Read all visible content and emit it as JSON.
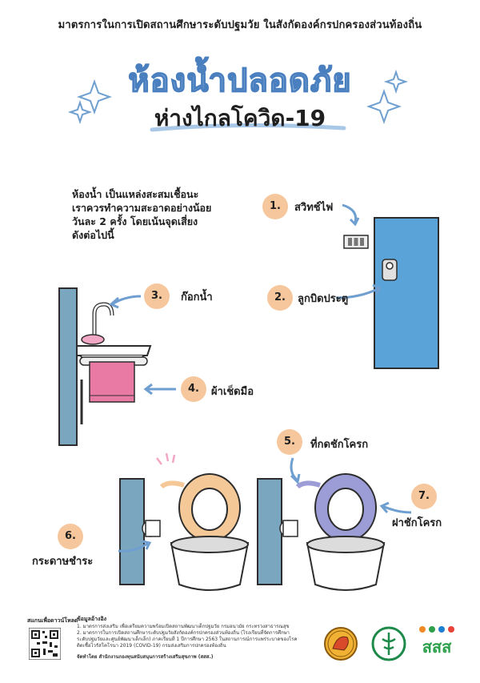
{
  "header": {
    "top_line": "มาตรการในการเปิดสถานศึกษาระดับปฐมวัย ในสังกัดองค์กรปกครองส่วนท้องถิ่น",
    "title": "ห้องน้ำปลอดภัย",
    "subtitle": "ห่างไกลโควิด-19"
  },
  "intro": {
    "lines": [
      "ห้องน้ำ เป็นแหล่งสะสมเชื้อนะ",
      "เราควรทำความสะอาดอย่างน้อย",
      "วันละ 2 ครั้ง โดยเน้นจุดเสี่ยง",
      "ดังต่อไปนี้"
    ]
  },
  "points": [
    {
      "num": "1.",
      "label": "สวิทช์ไฟ"
    },
    {
      "num": "2.",
      "label": "ลูกบิดประตู"
    },
    {
      "num": "3.",
      "label": "ก๊อกน้ำ"
    },
    {
      "num": "4.",
      "label": "ผ้าเช็ดมือ"
    },
    {
      "num": "5.",
      "label": "ที่กดชักโครก"
    },
    {
      "num": "6.",
      "label": "กระดาษชำระ"
    },
    {
      "num": "7.",
      "label": "ฝาชักโครก"
    }
  ],
  "footer": {
    "qr_label": "สแกนเพื่อดาวน์โหลด",
    "refs_title": "ข้อมูลอ้างอิง",
    "refs": [
      "1. มาตรการส่งเสริม เพื่อเตรียมความพร้อมเปิดสถานพัฒนาเด็กปฐมวัย กรมอนามัย กระทรวงสาธารณสุข",
      "2. มาตรการในการเปิดสถานศึกษาระดับปฐมวัยสังกัดองค์กรปกครองส่วนท้องถิ่น (โรงเรียนที่จัดการศึกษา",
      "ระดับปฐมวัยและศูนย์พัฒนาเด็กเล็ก) ภาคเรียนที่ 1 ปีการศึกษา 2563 ในสถานการณ์การแพร่ระบาดของโรค",
      "ติดเชื้อไวรัสโคโรนา 2019 (COVID-19) กรมส่งเสริมการปกครองท้องถิ่น"
    ],
    "org": "จัดทำโดย สำนักงานกองทุนสนับสนุนการสร้างเสริมสุขภาพ (สสส.)",
    "logo3_text": "สสส"
  },
  "colors": {
    "orange": "#f6c79c",
    "blue_door": "#5aa3d8",
    "toilet_orange": "#f5c898",
    "toilet_purple": "#9c9cd6",
    "arrow_blue": "#6f9fd0"
  }
}
